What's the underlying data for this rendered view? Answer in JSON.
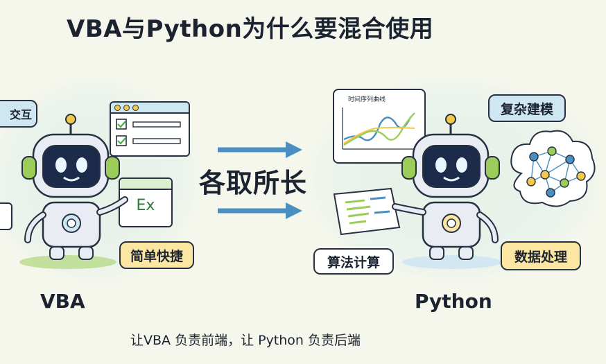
{
  "title": "VBA与Python为什么要混合使用",
  "center_text": "各取所长",
  "footer": "让VBA 负责前端，让 Python 负责后端",
  "left": {
    "label": "VBA",
    "partial_bubble": "交互",
    "excel_panel_text": "Ex",
    "badge": "简单快捷"
  },
  "right": {
    "label": "Python",
    "chart_title": "时间序列曲线",
    "badge_top": "复杂建模",
    "badge_bottom_left": "算法计算",
    "badge_bottom_right": "数据处理"
  },
  "colors": {
    "accent_blue": "#4a8fbf",
    "accent_green": "#9ccc5a",
    "accent_yellow": "#fbe7a2",
    "robot_body": "#e9edf3",
    "screen": "#1d2b4a"
  }
}
